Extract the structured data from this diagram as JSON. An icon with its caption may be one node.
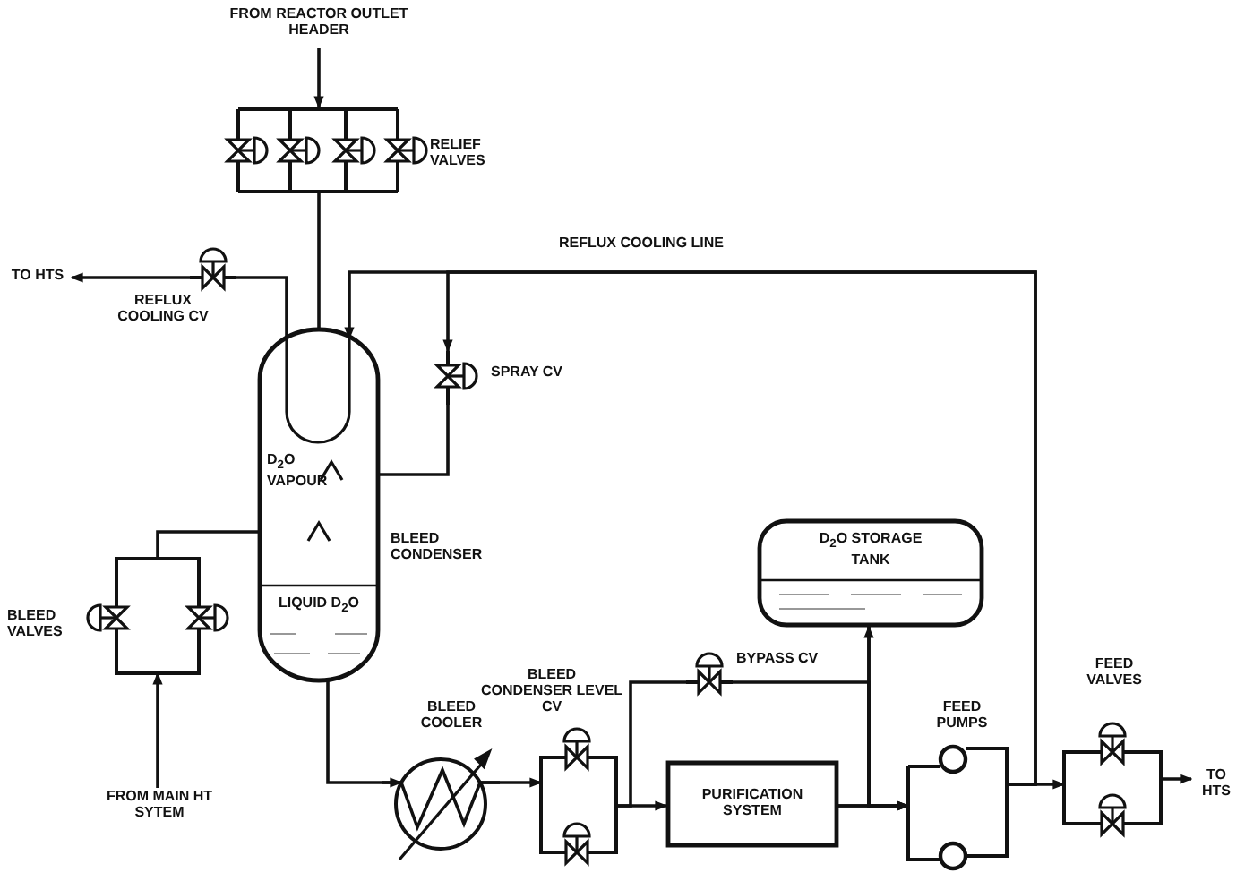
{
  "diagram": {
    "nodes": [
      {
        "text": [
          "FROM REACTOR OUTLET HEADER"
        ]
      },
      {
        "text": [],
        "shape": "valve",
        "beside": [
          "RELIEF VALVES"
        ]
      },
      {
        "text": [
          "D$_{2}$O VAPOUR",
          "LIQUID D$_{2}$O"
        ],
        "beside": [
          "BLEED CONDENSER"
        ]
      },
      {
        "text": [
          "TO HTS"
        ]
      },
      {
        "text": [],
        "shape": "valve",
        "beside": [
          "REFLUX COOLING CV"
        ]
      },
      {
        "text": [],
        "shape": "valve",
        "beside": [
          "SPRAY CV"
        ]
      },
      {
        "text": [],
        "shape": "valve",
        "beside": [
          "BLEED VALVES"
        ]
      },
      {
        "text": [
          "FROM MAIN HT SYTEM"
        ]
      },
      {
        "text": [],
        "shape": "circle",
        "beside": [
          "BLEED COOLER"
        ]
      },
      {
        "text": [],
        "shape": "valve",
        "beside": [
          "BLEED CONDENSER LEVEL CV"
        ]
      },
      {
        "text": [],
        "shape": "valve",
        "beside": [
          "BYPASS CV"
        ]
      },
      {
        "text": [
          "D$_{2}$O STORAGE TANK"
        ]
      },
      {
        "text": [
          "PURIFICATION SYSTEM"
        ]
      },
      {
        "text": [],
        "shape": "pump",
        "beside": [
          "FEED PUMPS"
        ]
      },
      {
        "text": [],
        "shape": "valve",
        "beside": [
          "FEED VALVES"
        ]
      },
      {
        "text": [
          "TO HTS"
        ]
      }
    ],
    "edges": [
      {
        "from": 0,
        "to": 1,
        "arrow": "to"
      },
      {
        "from": 1,
        "to": 2,
        "arrow": "none"
      },
      {
        "from": 2,
        "to": 4,
        "arrow": "none"
      },
      {
        "from": 4,
        "to": 3,
        "arrow": "to"
      },
      {
        "from": 13,
        "to": 2,
        "arrow": "to",
        "label": "REFLUX COOLING LINE"
      },
      {
        "from": 13,
        "to": 5,
        "arrow": "to"
      },
      {
        "from": 5,
        "to": 2,
        "arrow": "none"
      },
      {
        "from": 7,
        "to": 6,
        "arrow": "to"
      },
      {
        "from": 6,
        "to": 2,
        "arrow": "none"
      },
      {
        "from": 2,
        "to": 8,
        "arrow": "to"
      },
      {
        "from": 8,
        "to": 9,
        "arrow": "to"
      },
      {
        "from": 9,
        "to": 12,
        "arrow": "to"
      },
      {
        "from": 9,
        "to": 10,
        "arrow": "none"
      },
      {
        "from": 10,
        "to": 13,
        "arrow": "to"
      },
      {
        "from": 11,
        "to": 13,
        "arrow": "to"
      },
      {
        "from": 12,
        "to": 13,
        "arrow": "to"
      },
      {
        "from": 12,
        "to": 11,
        "arrow": "to"
      },
      {
        "from": 13,
        "to": 14,
        "arrow": "to"
      },
      {
        "from": 14,
        "to": 15,
        "arrow": "to"
      }
    ]
  }
}
